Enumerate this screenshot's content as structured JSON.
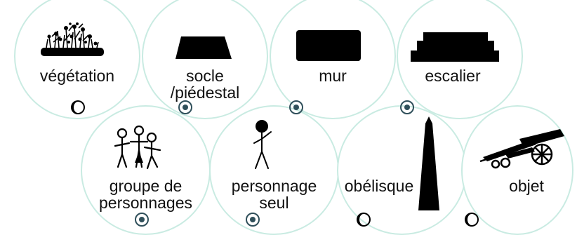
{
  "colors": {
    "circle_border": "#c9ebe2",
    "radio_selected": "#2f4f5a",
    "radio_unselected": "#000000"
  },
  "options": [
    {
      "label": "végétation",
      "icon": "vegetation-icon",
      "selected": false
    },
    {
      "label": "socle\n/piédestal",
      "icon": "pedestal-icon",
      "selected": true
    },
    {
      "label": "mur",
      "icon": "wall-icon",
      "selected": true
    },
    {
      "label": "escalier",
      "icon": "staircase-icon",
      "selected": true
    },
    {
      "label": "groupe de\npersonnages",
      "icon": "group-of-people-icon",
      "selected": true
    },
    {
      "label": "personnage\nseul",
      "icon": "single-person-icon",
      "selected": true
    },
    {
      "label": "obélisque",
      "icon": "obelisk-icon",
      "selected": false
    },
    {
      "label": "objet",
      "icon": "cannon-icon",
      "selected": false
    }
  ]
}
